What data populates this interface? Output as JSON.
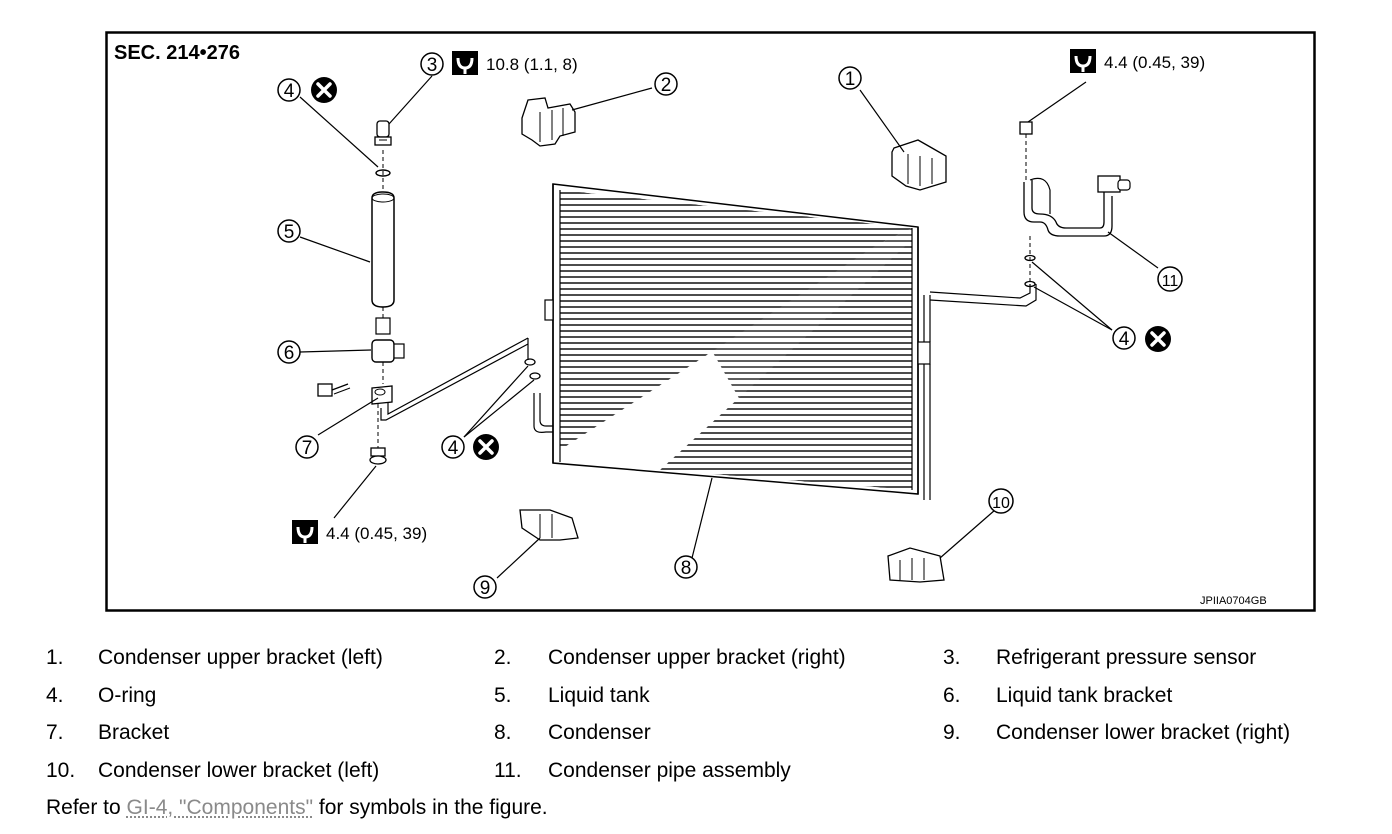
{
  "figure": {
    "section": "SEC. 214•276",
    "code": "JPIIA0704GB",
    "torques": [
      {
        "value": "10.8 (1.1, 8)"
      },
      {
        "value": "4.4 (0.45, 39)"
      },
      {
        "value": "4.4 (0.45, 39)"
      }
    ],
    "callouts": [
      "1",
      "2",
      "3",
      "4",
      "4",
      "4",
      "5",
      "6",
      "7",
      "8",
      "9",
      "10",
      "11"
    ]
  },
  "legend": [
    [
      {
        "num": "1.",
        "label": "Condenser upper bracket (left)"
      },
      {
        "num": "2.",
        "label": "Condenser upper bracket (right)"
      },
      {
        "num": "3.",
        "label": "Refrigerant pressure sensor"
      }
    ],
    [
      {
        "num": "4.",
        "label": "O-ring"
      },
      {
        "num": "5.",
        "label": "Liquid tank"
      },
      {
        "num": "6.",
        "label": "Liquid tank bracket"
      }
    ],
    [
      {
        "num": "7.",
        "label": "Bracket"
      },
      {
        "num": "8.",
        "label": "Condenser"
      },
      {
        "num": "9.",
        "label": "Condenser lower bracket (right)"
      }
    ],
    [
      {
        "num": "10.",
        "label": "Condenser lower bracket (left)"
      },
      {
        "num": "11.",
        "label": "Condenser pipe assembly"
      }
    ]
  ],
  "refer": {
    "prefix": "Refer to ",
    "link": "GI-4, \"Components\"",
    "suffix": " for symbols in the figure."
  }
}
